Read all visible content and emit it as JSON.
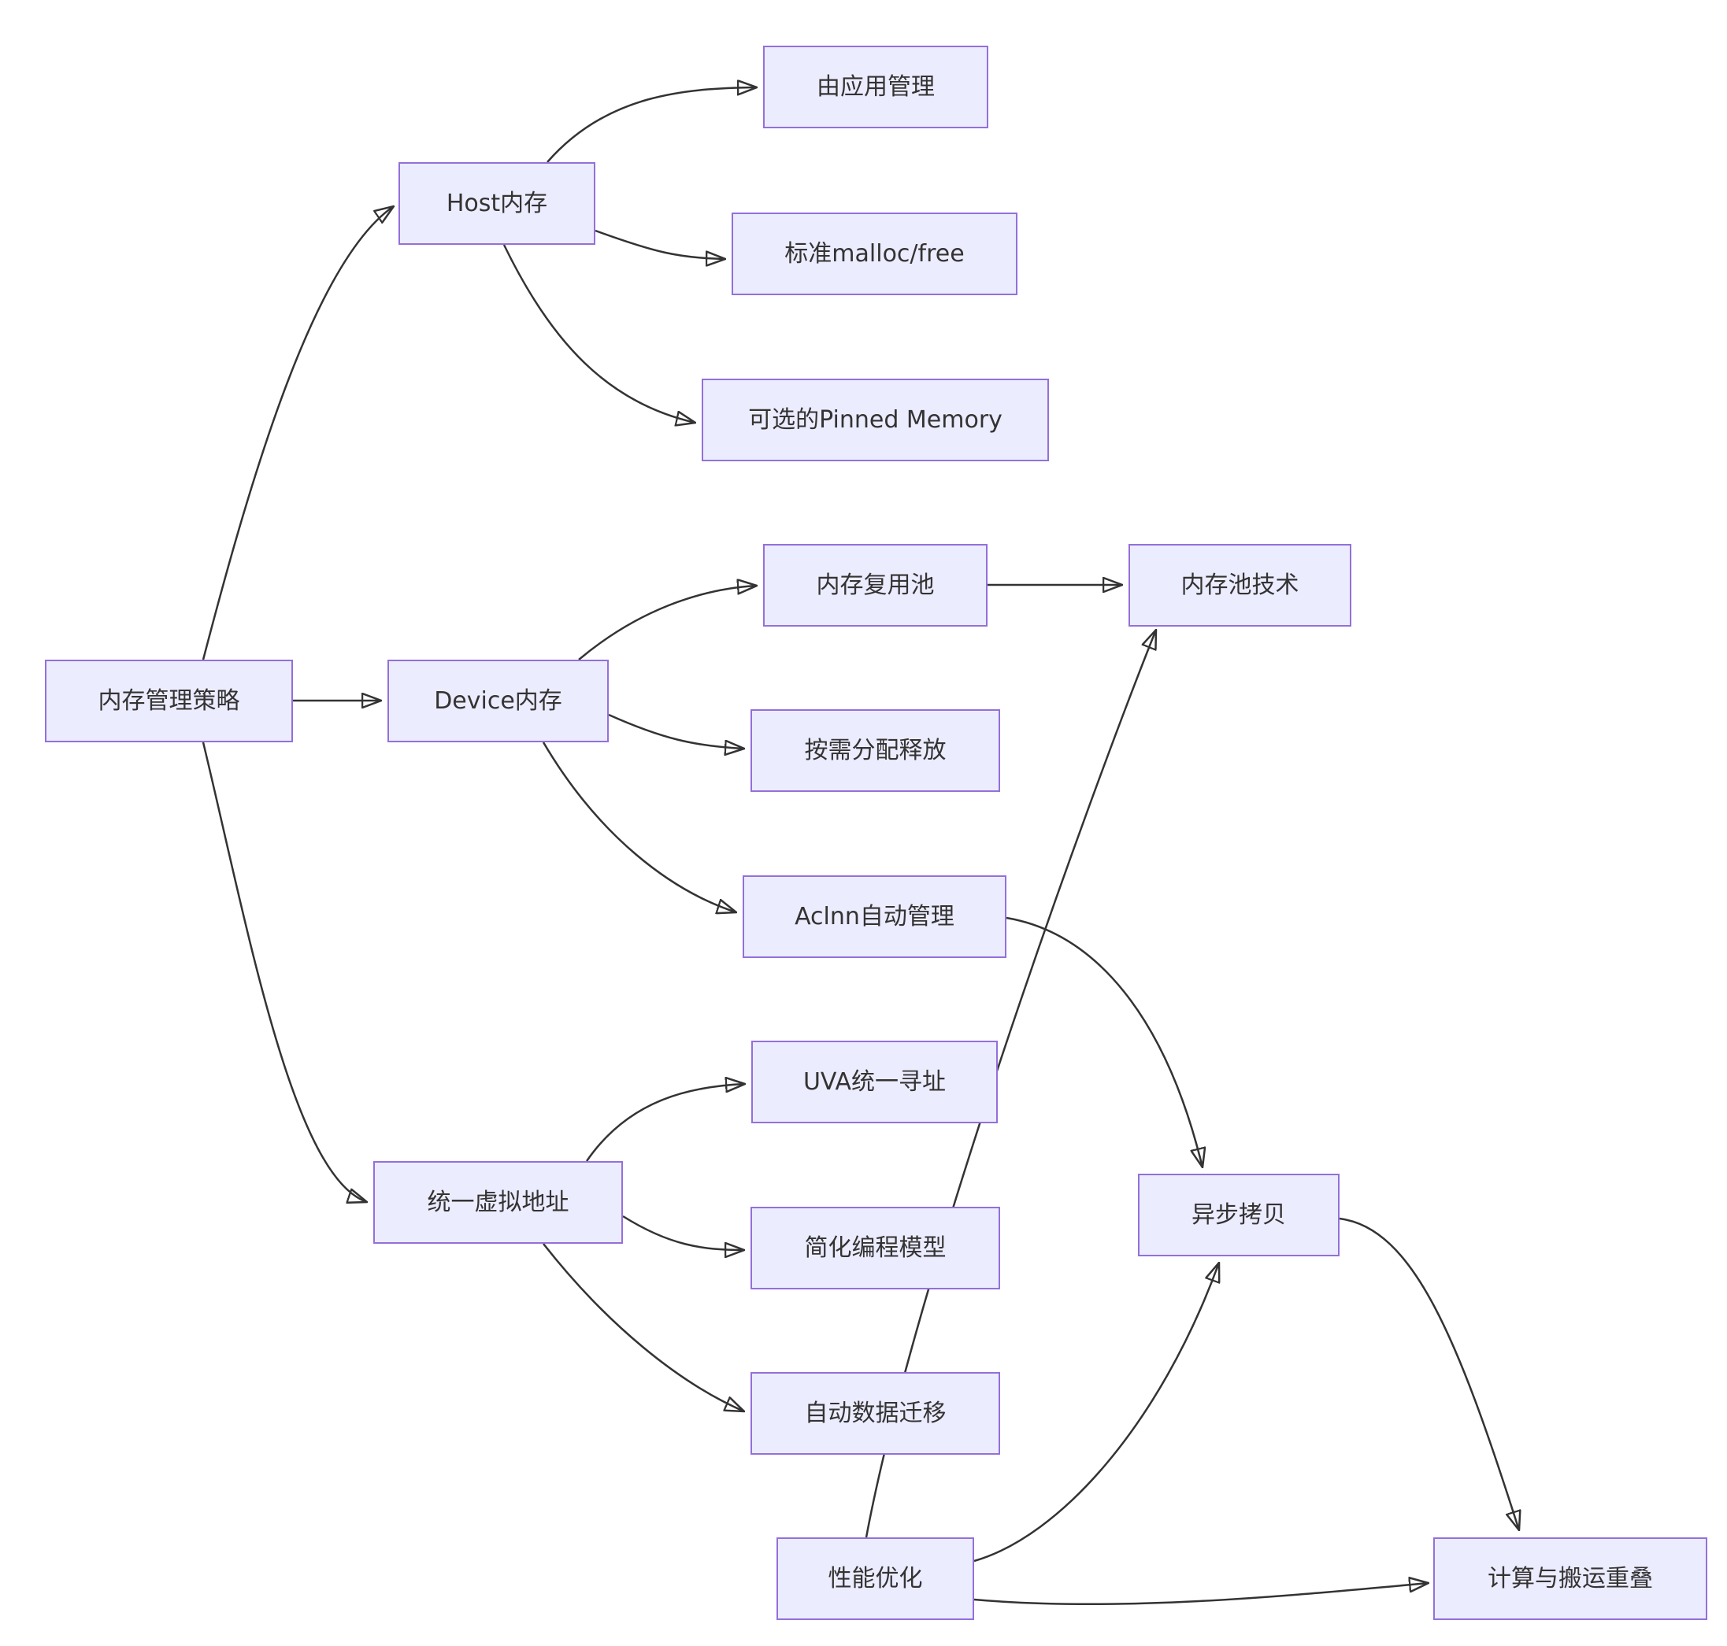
{
  "diagram": {
    "type": "flowchart",
    "direction": "LR",
    "colors": {
      "node-fill": "#ECECFF",
      "node-border": "#9370DB",
      "edge": "#333333",
      "text": "#333333",
      "background": "#ffffff"
    },
    "nodes": [
      {
        "id": "strategy",
        "label": "内存管理策略"
      },
      {
        "id": "host-memory",
        "label": "Host内存"
      },
      {
        "id": "app-managed",
        "label": "由应用管理"
      },
      {
        "id": "malloc-free",
        "label": "标准malloc/free"
      },
      {
        "id": "pinned-memory",
        "label": "可选的Pinned Memory"
      },
      {
        "id": "device-memory",
        "label": "Device内存"
      },
      {
        "id": "reuse-pool",
        "label": "内存复用池"
      },
      {
        "id": "pool-tech",
        "label": "内存池技术"
      },
      {
        "id": "on-demand",
        "label": "按需分配释放"
      },
      {
        "id": "aclnn-auto",
        "label": "Aclnn自动管理"
      },
      {
        "id": "unified-va",
        "label": "统一虚拟地址"
      },
      {
        "id": "uva-addressing",
        "label": "UVA统一寻址"
      },
      {
        "id": "simplified-model",
        "label": "简化编程模型"
      },
      {
        "id": "auto-migration",
        "label": "自动数据迁移"
      },
      {
        "id": "perf-opt",
        "label": "性能优化"
      },
      {
        "id": "async-copy",
        "label": "异步拷贝"
      },
      {
        "id": "compute-overlap",
        "label": "计算与搬运重叠"
      }
    ],
    "edges": [
      {
        "from": "strategy",
        "to": "host-memory"
      },
      {
        "from": "strategy",
        "to": "device-memory"
      },
      {
        "from": "strategy",
        "to": "unified-va"
      },
      {
        "from": "host-memory",
        "to": "app-managed"
      },
      {
        "from": "host-memory",
        "to": "malloc-free"
      },
      {
        "from": "host-memory",
        "to": "pinned-memory"
      },
      {
        "from": "device-memory",
        "to": "reuse-pool"
      },
      {
        "from": "device-memory",
        "to": "on-demand"
      },
      {
        "from": "device-memory",
        "to": "aclnn-auto"
      },
      {
        "from": "reuse-pool",
        "to": "pool-tech"
      },
      {
        "from": "unified-va",
        "to": "uva-addressing"
      },
      {
        "from": "unified-va",
        "to": "simplified-model"
      },
      {
        "from": "unified-va",
        "to": "auto-migration"
      },
      {
        "from": "aclnn-auto",
        "to": "async-copy"
      },
      {
        "from": "perf-opt",
        "to": "pool-tech"
      },
      {
        "from": "perf-opt",
        "to": "async-copy"
      },
      {
        "from": "perf-opt",
        "to": "compute-overlap"
      },
      {
        "from": "async-copy",
        "to": "compute-overlap"
      }
    ]
  }
}
